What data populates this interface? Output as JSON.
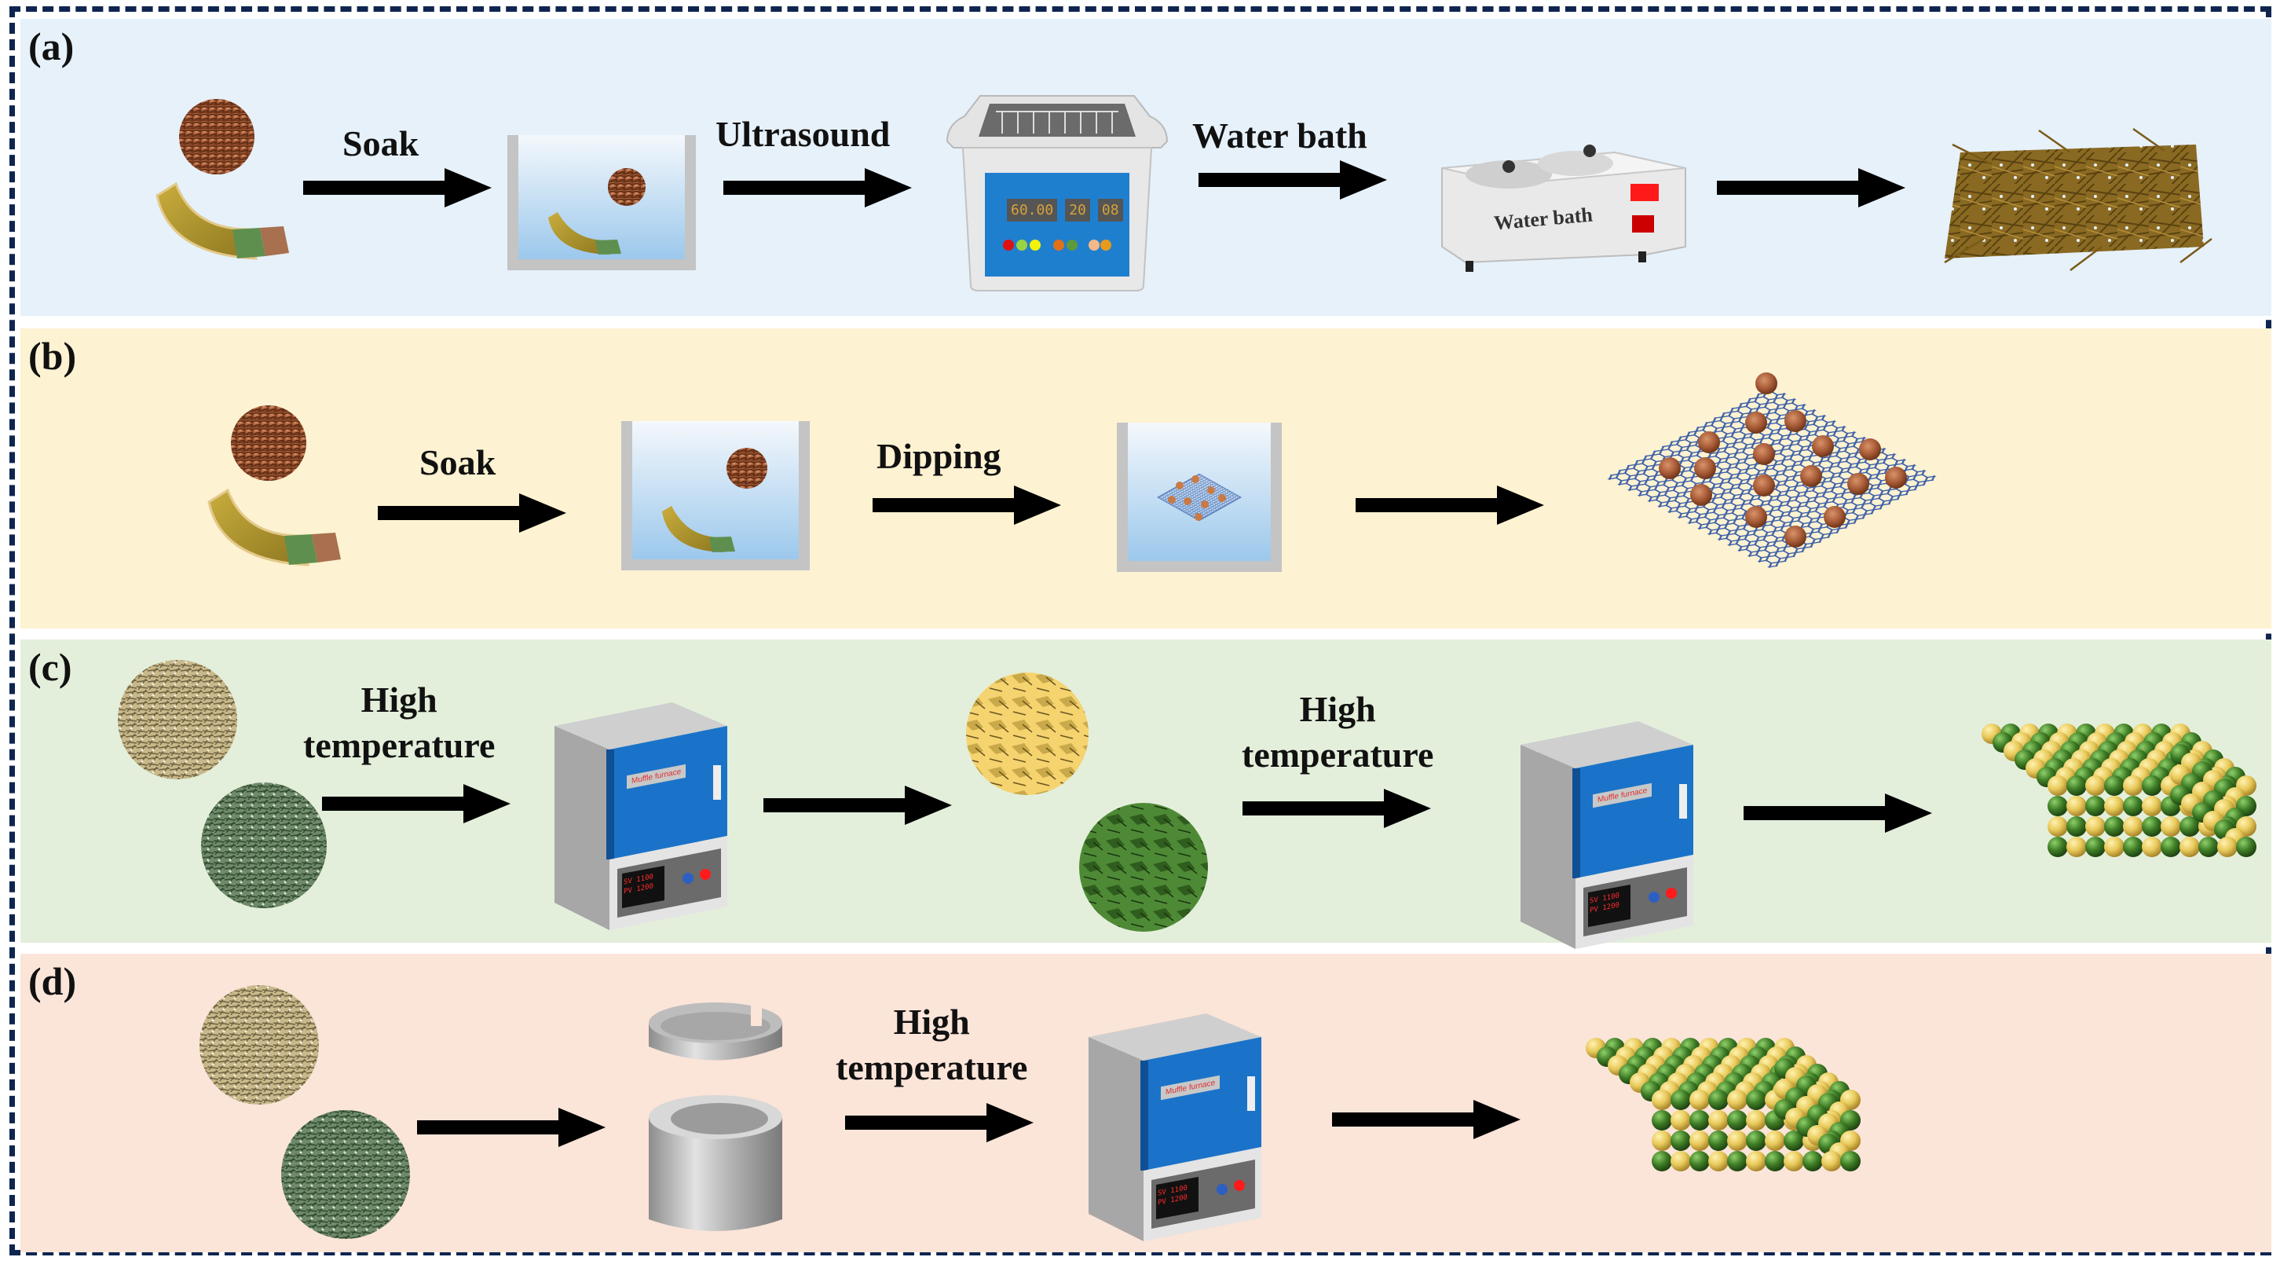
{
  "figure": {
    "panels": [
      {
        "id": "a",
        "label": "(a)",
        "background": "#e6f1fa",
        "steps": [
          {
            "label": "Soak"
          },
          {
            "label": "Ultrasound"
          },
          {
            "label": "Water bath"
          },
          {
            "label": ""
          }
        ],
        "items": [
          "copper-sphere-and-ribbon",
          "beaker",
          "ultrasonic-cleaner",
          "water-bath",
          "fibrous-mat"
        ],
        "ultrasonic_display": {
          "time": "60.00",
          "value1": "20",
          "value2": "08"
        },
        "water_bath_text": "Water bath"
      },
      {
        "id": "b",
        "label": "(b)",
        "background": "#fdf2d1",
        "steps": [
          {
            "label": "Soak"
          },
          {
            "label": "Dipping"
          },
          {
            "label": ""
          }
        ],
        "items": [
          "copper-sphere-and-ribbon",
          "beaker",
          "beaker-with-mesh",
          "hexagonal-mesh-with-particles"
        ]
      },
      {
        "id": "c",
        "label": "(c)",
        "background": "#e3efdb",
        "steps": [
          {
            "label_line1": "High",
            "label_line2": "temperature"
          },
          {
            "label_line1": "",
            "label_line2": ""
          },
          {
            "label_line1": "High",
            "label_line2": "temperature"
          },
          {
            "label_line1": "",
            "label_line2": ""
          }
        ],
        "items": [
          "fibrous-spheres",
          "muffle-furnace",
          "flaky-spheres",
          "muffle-furnace",
          "atomic-lattice-block"
        ],
        "furnace_label": "Muffle furnace",
        "furnace_display": {
          "sv": "SV 1100",
          "pv": "PV 1200"
        }
      },
      {
        "id": "d",
        "label": "(d)",
        "background": "#fbe4d8",
        "steps": [
          {
            "label_line1": "",
            "label_line2": ""
          },
          {
            "label_line1": "High",
            "label_line2": "temperature"
          },
          {
            "label_line1": "",
            "label_line2": ""
          }
        ],
        "items": [
          "fibrous-spheres",
          "crucible",
          "muffle-furnace",
          "atomic-lattice-block"
        ],
        "furnace_label": "Muffle furnace",
        "furnace_display": {
          "sv": "SV 1100",
          "pv": "PV 1200"
        }
      }
    ],
    "colors": {
      "border": "#0f2550",
      "arrow": "#000000",
      "copper": "#b06a45",
      "mesh": "#3a5ea8",
      "furnace_door": "#1a73c9",
      "lattice_yellow": "#e8c95a",
      "lattice_green": "#3f7d26"
    }
  }
}
